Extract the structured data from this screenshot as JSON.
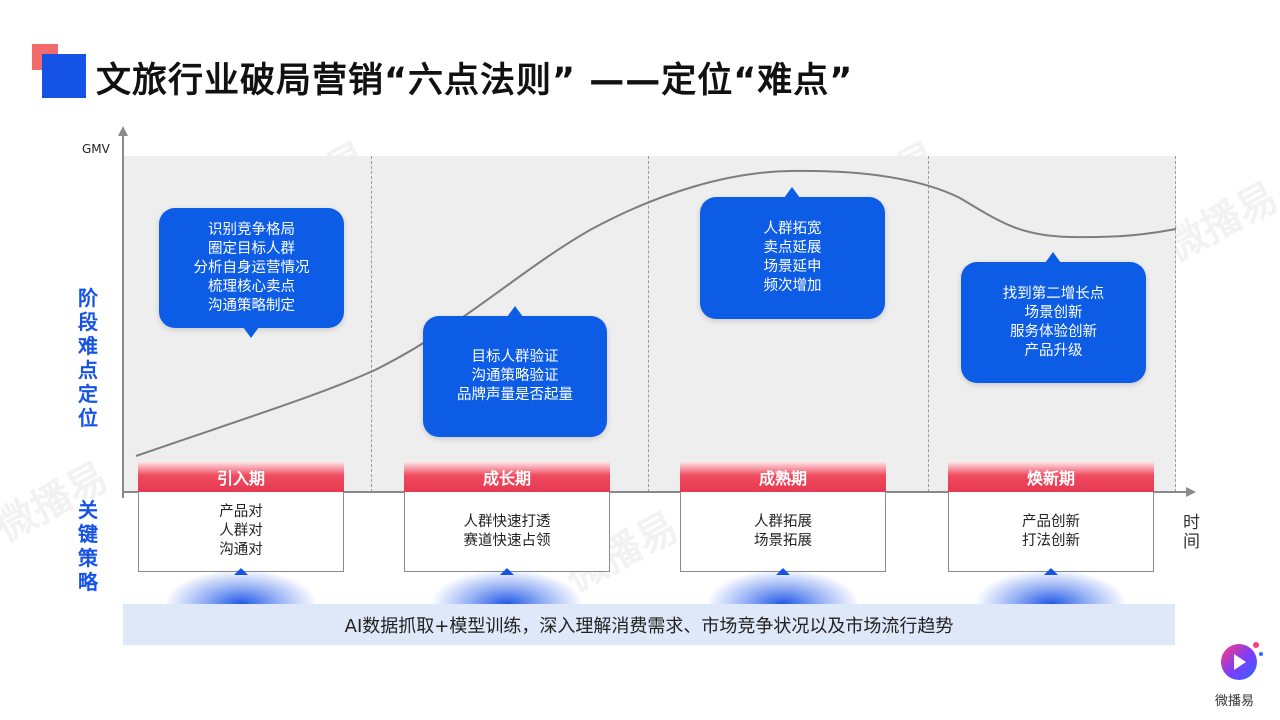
{
  "title": "文旅行业破局营销“六点法则” ——定位“难点”",
  "axes": {
    "y_label": "GMV",
    "x_label": "时间"
  },
  "side_labels": {
    "upper": "阶段难点定位",
    "lower": "关键策略"
  },
  "bubbles": [
    {
      "lines": [
        "识别竞争格局",
        "圈定目标人群",
        "分析自身运营情况",
        "梳理核心卖点",
        "沟通策略制定"
      ]
    },
    {
      "lines": [
        "目标人群验证",
        "沟通策略验证",
        "品牌声量是否起量"
      ]
    },
    {
      "lines": [
        "人群拓宽",
        "卖点延展",
        "场景延申",
        "频次增加"
      ]
    },
    {
      "lines": [
        "找到第二增长点",
        "场景创新",
        "服务体验创新",
        "产品升级"
      ]
    }
  ],
  "stages": [
    {
      "name": "引入期",
      "strategies": [
        "产品对",
        "人群对",
        "沟通对"
      ]
    },
    {
      "name": "成长期",
      "strategies": [
        "人群快速打透",
        "赛道快速占领"
      ]
    },
    {
      "name": "成熟期",
      "strategies": [
        "人群拓展",
        "场景拓展"
      ]
    },
    {
      "name": "焕新期",
      "strategies": [
        "产品创新",
        "打法创新"
      ]
    }
  ],
  "bottom_text": "AI数据抓取+模型训练，深入理解消费需求、市场竞争状况以及市场流行趋势",
  "logo_text": "微播易",
  "watermark_text": "微播易",
  "colors": {
    "brand_blue": "#1553e6",
    "bubble_blue": "#0d5ce6",
    "stage_red": "#e63a52",
    "bar_bg": "#dfe8f8"
  }
}
